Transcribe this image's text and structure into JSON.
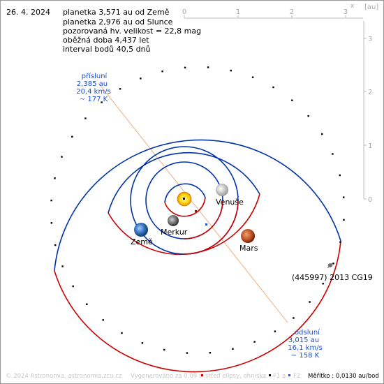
{
  "header": {
    "date": "26. 4. 2024",
    "info_lines": [
      "planetka 3,571 au od Země",
      "planetka 2,976 au od Slunce",
      "pozorovaná hv. velikost = 22,8 mag",
      "oběžná doba 4,437 let",
      "interval bodů 40,5 dnů"
    ]
  },
  "axes": {
    "x_unit": "x",
    "unit_label": "[au]",
    "x_ticks": [
      "0",
      "1",
      "2",
      "3"
    ],
    "y_ticks": [
      "3",
      "2",
      "1",
      "0"
    ]
  },
  "bodies": {
    "venus": "Venuše",
    "mercury": "Merkur",
    "earth": "Země",
    "mars": "Mars",
    "asteroid": "(445997) 2013 CG19"
  },
  "perihelion": {
    "title": "přísluní",
    "distance": "2,385 au",
    "speed": "20,4 km/s",
    "temp": "~ 177 K"
  },
  "aphelion": {
    "title": "odsluní",
    "distance": "3,015 au",
    "speed": "16,1 km/s",
    "temp": "~ 158 K"
  },
  "footer": {
    "copyright": "© 2024 Astronomia, astronomia.zcu.cz",
    "generated": "Vygenerováno za 0,09 s",
    "legend_center": "střed elipsy, ohniska",
    "f1": "F1 a",
    "f2": "F2",
    "scale": "Měřítko : 0,0130 au/bod"
  },
  "colors": {
    "red_orbit": "#cc0000",
    "blue_orbit": "#0033aa",
    "label_blue": "#1a4fd6",
    "axis_gray": "#bbbbbb",
    "apse_line": "#f0b080"
  }
}
